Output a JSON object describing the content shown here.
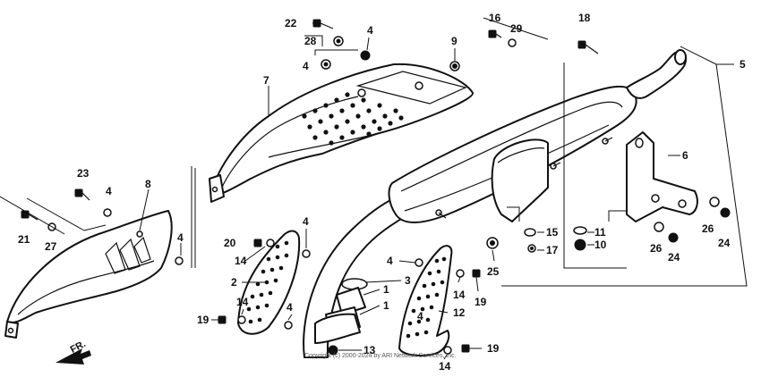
{
  "labels": {
    "p1a": "1",
    "p1b": "1",
    "p2": "2",
    "p3": "3",
    "p4a": "4",
    "p4b": "4",
    "p4c": "4",
    "p4d": "4",
    "p4e": "4",
    "p4f": "4",
    "p4g": "4",
    "p4h": "4",
    "p5": "5",
    "p6": "6",
    "p7": "7",
    "p8": "8",
    "p9": "9",
    "p10": "10",
    "p11": "11",
    "p12": "12",
    "p13": "13",
    "p14a": "14",
    "p14b": "14",
    "p14c": "14",
    "p14d": "14",
    "p15": "15",
    "p16": "16",
    "p17": "17",
    "p18": "18",
    "p19a": "19",
    "p19b": "19",
    "p19c": "19",
    "p20": "20",
    "p21": "21",
    "p22": "22",
    "p23": "23",
    "p24a": "24",
    "p24b": "24",
    "p25": "25",
    "p26a": "26",
    "p26b": "26",
    "p27": "27",
    "p28": "28",
    "p29": "29"
  },
  "front_arrow": "FR.",
  "copyright": "Copyright (c) 2000-2024 by ARI Network Services, Inc."
}
